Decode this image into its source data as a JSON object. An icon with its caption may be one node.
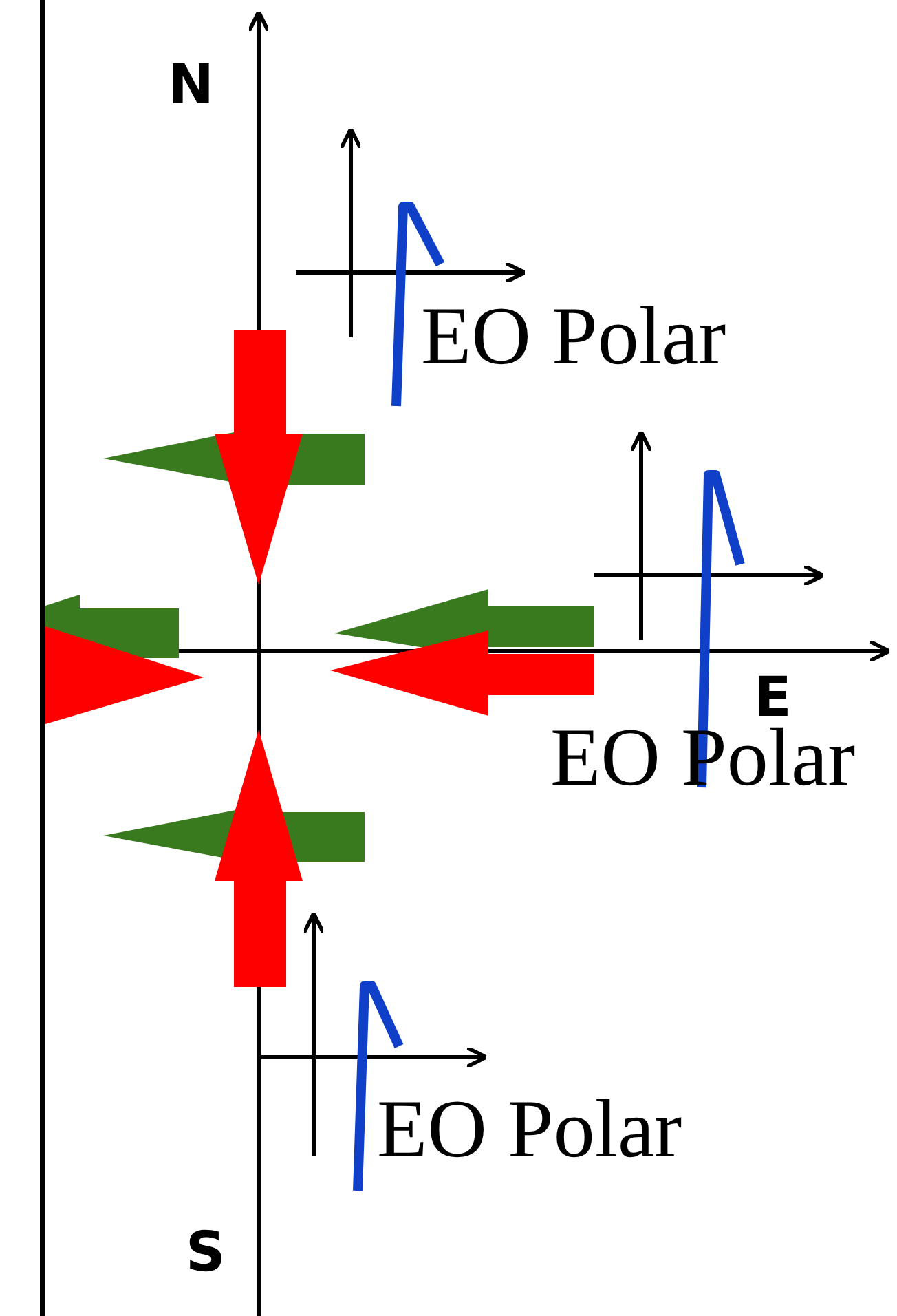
{
  "diagram": {
    "labels": [
      "N",
      "EO Polar",
      "E",
      "EO Polar",
      "EO Polar",
      "S"
    ]
  }
}
